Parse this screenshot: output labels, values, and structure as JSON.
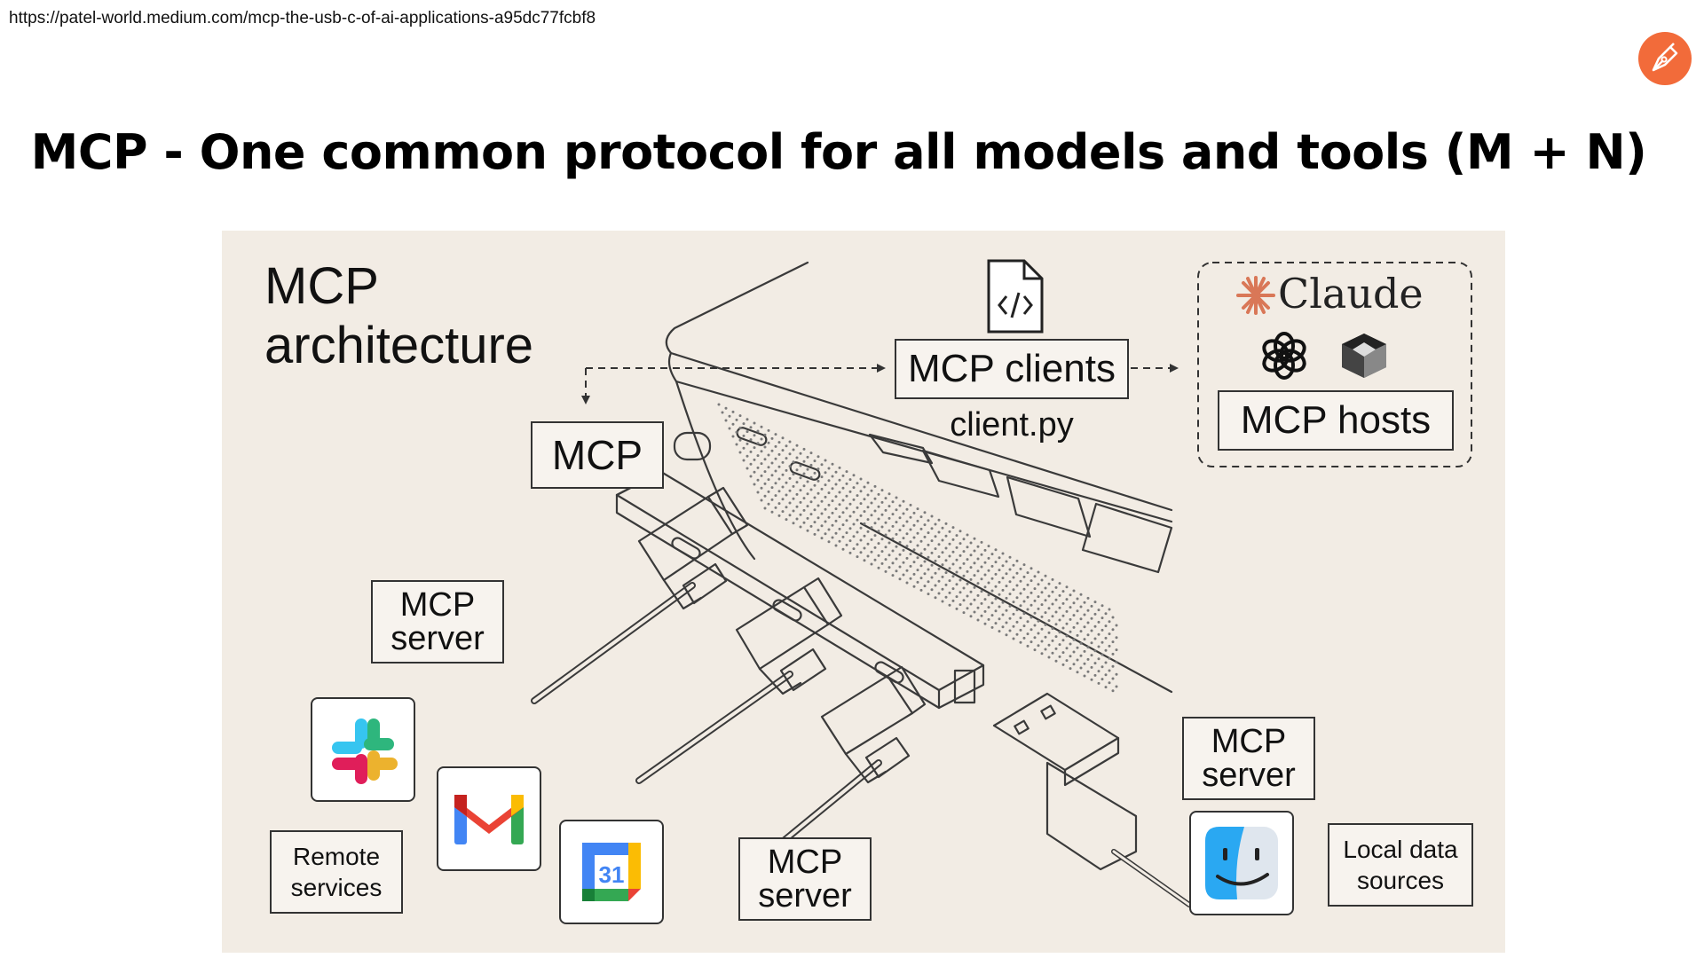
{
  "page": {
    "url": "https://patel-world.medium.com/mcp-the-usb-c-of-ai-applications-a95dc77fcbf8",
    "title": "MCP - One common protocol for all models and tools (M + N)",
    "logo_icon": "pen-nib-icon",
    "logo_color": "#f26b3a"
  },
  "diagram": {
    "heading_line1": "MCP",
    "heading_line2": "architecture",
    "hub_label": "MCP",
    "clients_label": "MCP clients",
    "clients_file": "client.py",
    "clients_icon": "code-file-icon",
    "hosts": {
      "claude_label": "Claude",
      "claude_color": "#d97757",
      "hosts_label": "MCP hosts",
      "icons": [
        "claude-spark-icon",
        "openai-icon",
        "cube-icon"
      ]
    },
    "servers": {
      "top_left": {
        "line1": "MCP",
        "line2": "server"
      },
      "bottom_mid": {
        "line1": "MCP",
        "line2": "server"
      },
      "right": {
        "line1": "MCP",
        "line2": "server"
      }
    },
    "remote_label_line1": "Remote",
    "remote_label_line2": "services",
    "local_label_line1": "Local data",
    "local_label_line2": "sources",
    "calendar_number": "31",
    "apps": [
      "slack-icon",
      "gmail-icon",
      "google-calendar-icon",
      "finder-icon"
    ]
  }
}
